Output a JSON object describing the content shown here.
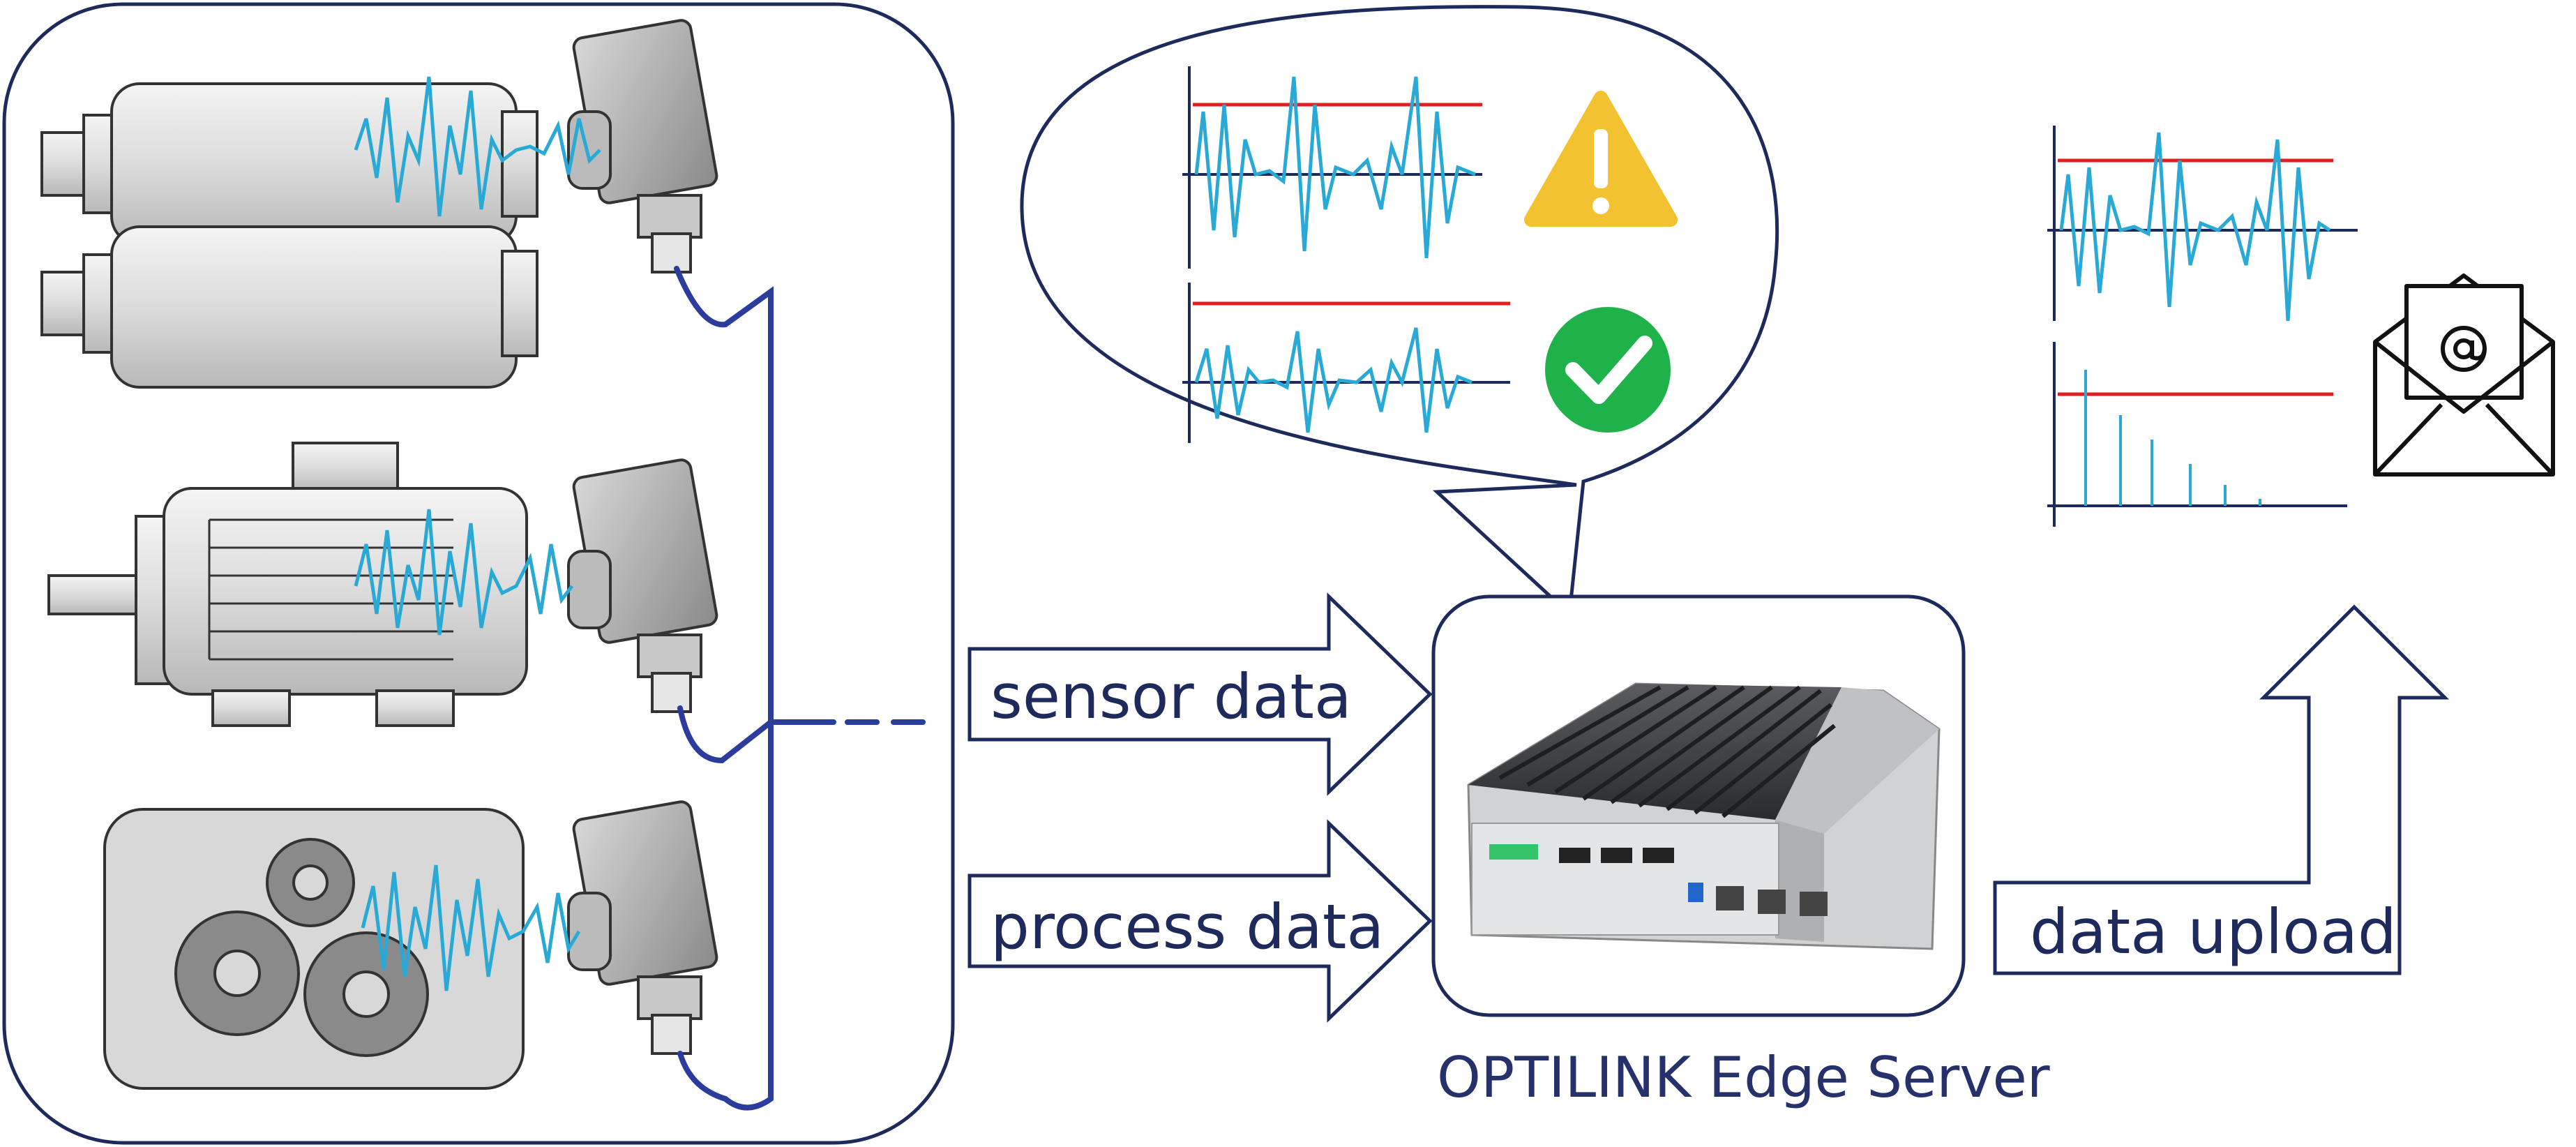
{
  "labels": {
    "sensor_data": "sensor data",
    "process_data": "process data",
    "data_upload": "data upload",
    "edge_server": "OPTILINK Edge Server"
  },
  "icons": {
    "warning": "warning-triangle-icon",
    "ok": "check-circle-icon",
    "mail": "email-envelope-icon"
  },
  "colors": {
    "outline": "#1f2a5c",
    "cable": "#2b3c9c",
    "signal": "#29a9d6",
    "threshold": "#e02020",
    "warning": "#f2c230",
    "ok": "#1fb14a"
  }
}
